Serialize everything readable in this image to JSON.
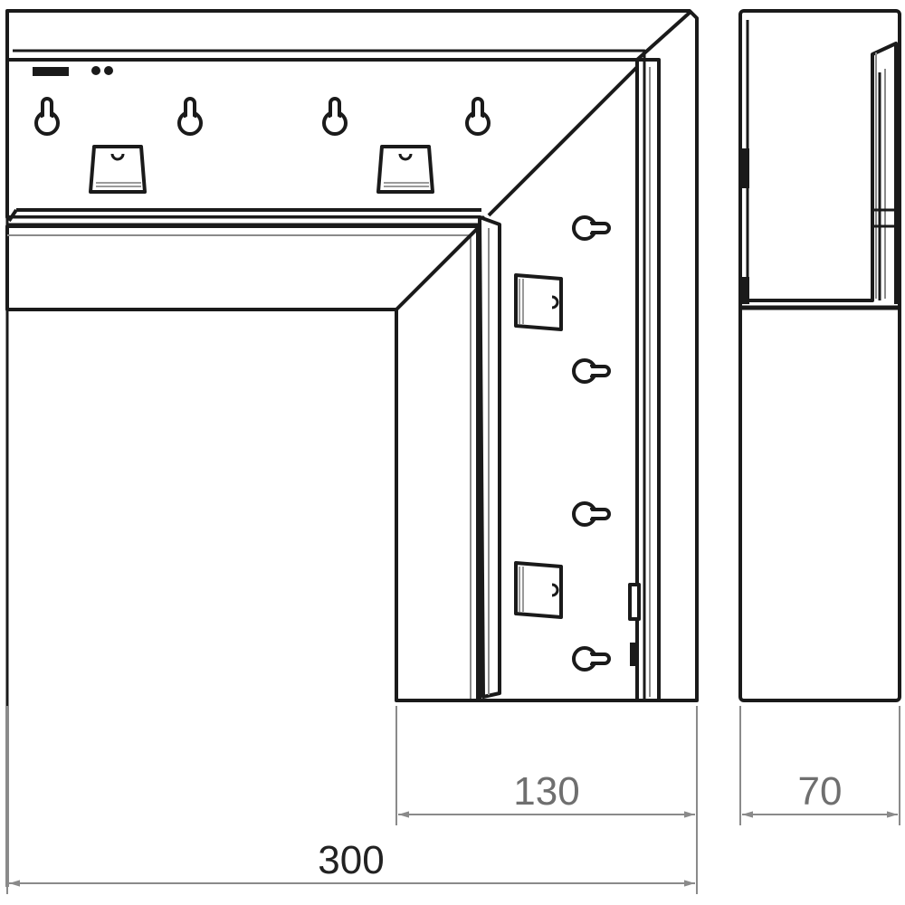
{
  "dimensions": {
    "inner_leg_width": "130",
    "depth": "70",
    "overall_length": "300"
  },
  "colors": {
    "outline": "#1a1a1a",
    "dimension_line": "#8a8a8a",
    "dimension_text": "#6f6f6f",
    "overall_text": "#222222"
  }
}
